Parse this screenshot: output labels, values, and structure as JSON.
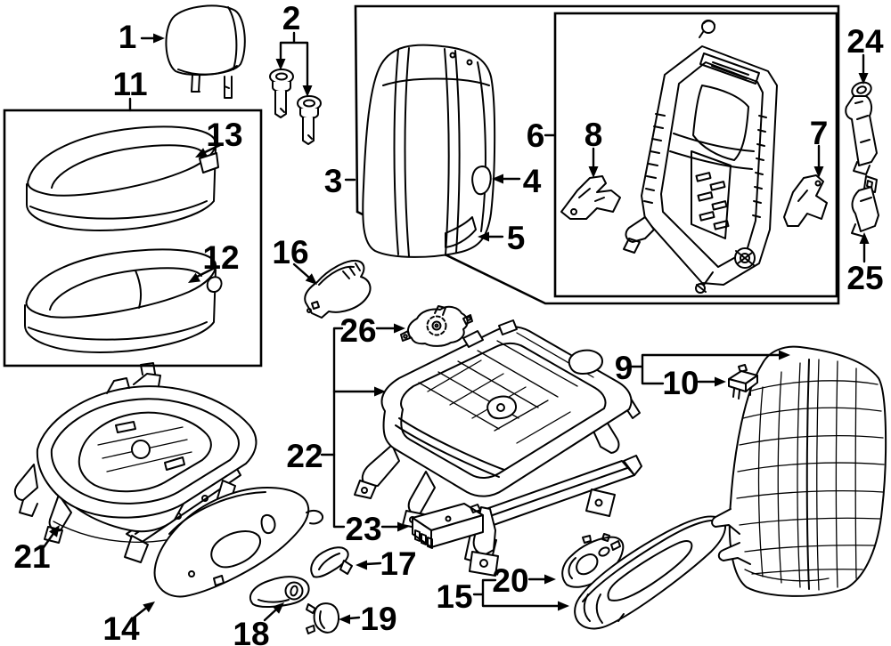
{
  "diagram": {
    "background_color": "#ffffff",
    "line_color": "#000000",
    "callouts": {
      "1": "1",
      "2": "2",
      "3": "3",
      "4": "4",
      "5": "5",
      "6": "6",
      "7": "7",
      "8": "8",
      "9": "9",
      "10": "10",
      "11": "11",
      "12": "12",
      "13": "13",
      "14": "14",
      "15": "15",
      "16": "16",
      "17": "17",
      "18": "18",
      "19": "19",
      "20": "20",
      "21": "21",
      "22": "22",
      "23": "23",
      "24": "24",
      "25": "25",
      "26": "26"
    }
  }
}
